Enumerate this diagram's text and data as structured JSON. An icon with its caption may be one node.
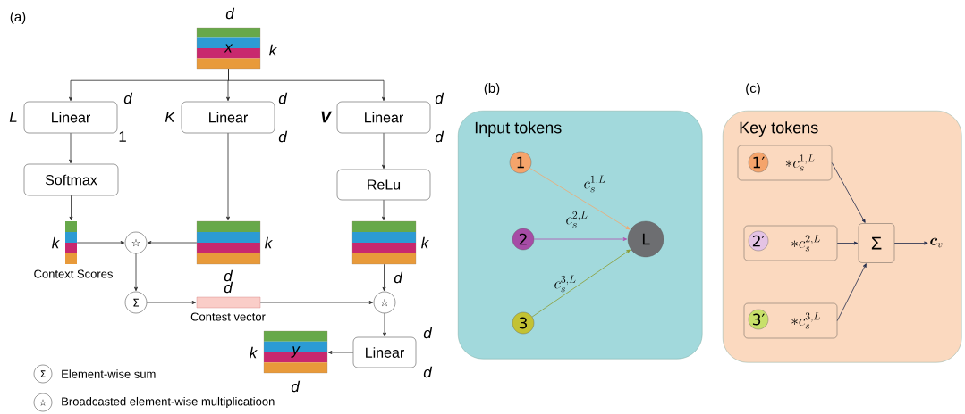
{
  "diagram": {
    "nodes": [
      {
        "text": [
          "x"
        ],
        "beside": [
          "d",
          "k"
        ]
      },
      {
        "text": [
          "Linear"
        ],
        "beside": [
          "L",
          "d",
          "1"
        ]
      },
      {
        "text": [
          "Linear"
        ],
        "beside": [
          "K",
          "d",
          "d"
        ]
      },
      {
        "text": [
          "Linear"
        ],
        "beside": [
          "V",
          "d",
          "d"
        ]
      },
      {
        "text": [
          "Softmax"
        ]
      },
      {
        "text": [
          "ReLu"
        ]
      },
      {
        "text": [],
        "shape": "bar",
        "beside": [
          "k",
          "Context Scores"
        ]
      },
      {
        "text": [],
        "shape": "box",
        "beside": [
          "k",
          "d"
        ]
      },
      {
        "text": [],
        "shape": "box",
        "beside": [
          "k",
          "d"
        ]
      },
      {
        "text": [
          "☆"
        ]
      },
      {
        "text": [
          "Σ"
        ]
      },
      {
        "text": [],
        "shape": "bar",
        "beside": [
          "d",
          "Contest vector"
        ]
      },
      {
        "text": [
          "☆"
        ]
      },
      {
        "text": [
          "Linear"
        ],
        "beside": [
          "d",
          "d"
        ]
      },
      {
        "text": [
          "y"
        ],
        "beside": [
          "k",
          "d"
        ]
      },
      {
        "text": [
          "Σ"
        ],
        "beside": [
          "Element-wise sum"
        ]
      },
      {
        "text": [
          "☆"
        ],
        "beside": [
          "Broadcasted element-wise multiplicatioon"
        ]
      },
      {
        "text": [
          "Input tokens"
        ]
      },
      {
        "text": [
          "1"
        ],
        "in": 17
      },
      {
        "text": [
          "2"
        ],
        "in": 17
      },
      {
        "text": [
          "3"
        ],
        "in": 17
      },
      {
        "text": [
          "L"
        ],
        "in": 17
      },
      {
        "text": [
          "Key tokens"
        ]
      },
      {
        "text": [
          "* c_s^{1,L}"
        ],
        "in": 22
      },
      {
        "text": [
          "1′"
        ],
        "in": 23
      },
      {
        "text": [
          "* c_s^{2,L}"
        ],
        "in": 22
      },
      {
        "text": [
          "2′"
        ],
        "in": 25
      },
      {
        "text": [
          "* c_s^{3,L}"
        ],
        "in": 22
      },
      {
        "text": [
          "3′"
        ],
        "in": 27
      },
      {
        "text": [
          "Σ"
        ],
        "in": 22
      },
      {
        "text": [
          "\\boldsymbol{c}_v"
        ],
        "in": 22
      }
    ],
    "edges": [
      {
        "from": 0,
        "to": 1,
        "arrow": "to"
      },
      {
        "from": 0,
        "to": 2,
        "arrow": "to"
      },
      {
        "from": 0,
        "to": 3,
        "arrow": "to"
      },
      {
        "from": 1,
        "to": 4,
        "arrow": "to"
      },
      {
        "from": 4,
        "to": 6,
        "arrow": "to"
      },
      {
        "from": 2,
        "to": 7,
        "arrow": "to"
      },
      {
        "from": 3,
        "to": 5,
        "arrow": "to"
      },
      {
        "from": 5,
        "to": 8,
        "arrow": "to"
      },
      {
        "from": 6,
        "to": 9,
        "arrow": "to"
      },
      {
        "from": 7,
        "to": 9,
        "arrow": "to"
      },
      {
        "from": 9,
        "to": 10,
        "arrow": "to"
      },
      {
        "from": 10,
        "to": 11,
        "arrow": "to"
      },
      {
        "from": 11,
        "to": 12,
        "arrow": "to"
      },
      {
        "from": 8,
        "to": 12,
        "arrow": "to"
      },
      {
        "from": 12,
        "to": 13,
        "arrow": "to"
      },
      {
        "from": 13,
        "to": 14,
        "arrow": "to"
      },
      {
        "from": 18,
        "to": 21,
        "arrow": "to",
        "label": "c_s^{1,L}",
        "color": "#f0a870"
      },
      {
        "from": 19,
        "to": 21,
        "arrow": "to",
        "label": "c_s^{2,L}",
        "color": "#b050b0"
      },
      {
        "from": 20,
        "to": 21,
        "arrow": "to",
        "label": "c_s^{3,L}",
        "color": "#8a9a30"
      },
      {
        "from": 23,
        "to": 29,
        "arrow": "to",
        "color": "#1f2a4a"
      },
      {
        "from": 25,
        "to": 29,
        "arrow": "to",
        "color": "#1f2a4a"
      },
      {
        "from": 27,
        "to": 29,
        "arrow": "to",
        "color": "#1f2a4a"
      },
      {
        "from": 29,
        "to": 30,
        "arrow": "to",
        "color": "#1f2a4a"
      }
    ],
    "labels": [
      "(a)",
      "(b)",
      "(c)"
    ]
  }
}
